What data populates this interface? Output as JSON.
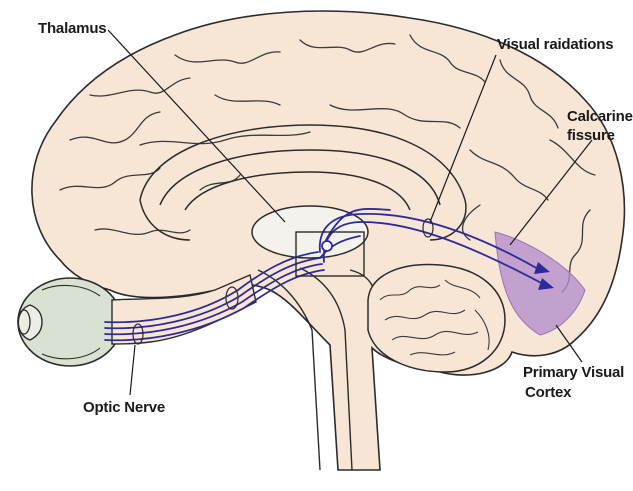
{
  "labels": {
    "thalamus": "Thalamus",
    "visual_radiations": "Visual raidations",
    "calcarine_line1": "Calcarine",
    "calcarine_line2": "fissure",
    "primary_visual_line1": "Primary Visual",
    "primary_visual_line2": "Cortex",
    "optic_nerve": "Optic Nerve"
  },
  "colors": {
    "brain_tissue": "#f7e6d6",
    "outline": "#2b2b2b",
    "thalamus_fill": "#f3f2ec",
    "eye_fill": "#d9e1d3",
    "visual_pathway": "#2e2a9c",
    "visual_cortex": "#b58dcc"
  }
}
